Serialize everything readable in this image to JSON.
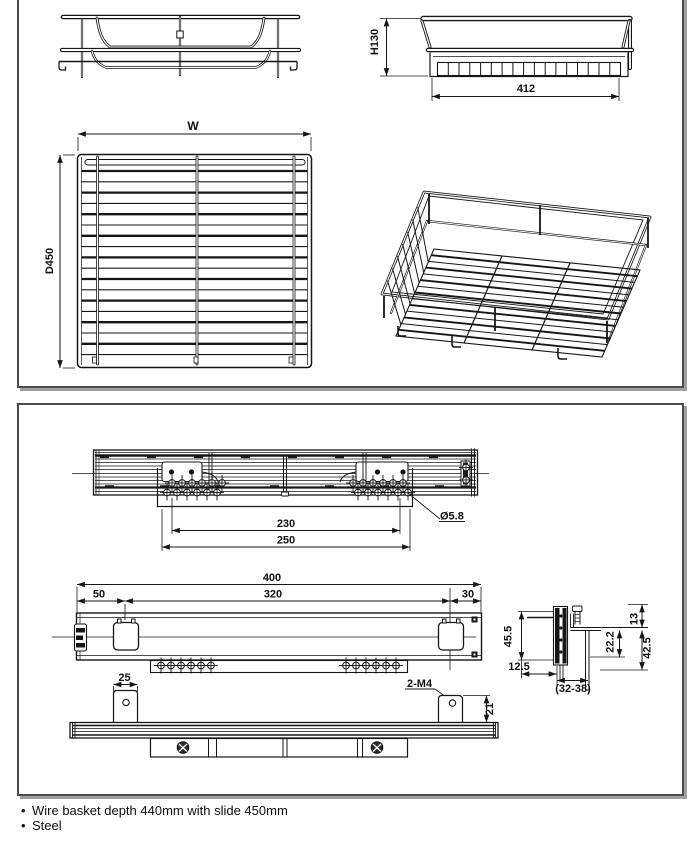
{
  "colors": {
    "background": "#ffffff",
    "line": "#161616",
    "panel_border": "#4c4c4c",
    "panel_shadow": "#9e9e9e"
  },
  "basket_panel": {
    "side_view": {
      "height_label": "H130",
      "width_label": "412"
    },
    "top_view": {
      "width_label": "W",
      "depth_label": "D450"
    }
  },
  "slide_panel": {
    "side_view": {
      "dim_inner": "230",
      "dim_outer": "250",
      "hole_callout": "Ø5.8"
    },
    "plan_view": {
      "dim_total": "400",
      "dim_left": "50",
      "dim_middle": "320",
      "dim_right": "30"
    },
    "front_view": {
      "dim_tab": "25",
      "thread_callout": "2-M4",
      "dim_height": "21"
    },
    "section_view": {
      "dim_side": "45.5",
      "dim_offset": "12.5",
      "dim_range": "(32-38)",
      "dim_inner": "22.2",
      "dim_outer": "42.5",
      "dim_top": "13"
    }
  },
  "notes": {
    "bullet": "•",
    "items": [
      {
        "text": "Wire basket depth 440mm with slide 450mm"
      },
      {
        "text": "Steel"
      }
    ]
  }
}
